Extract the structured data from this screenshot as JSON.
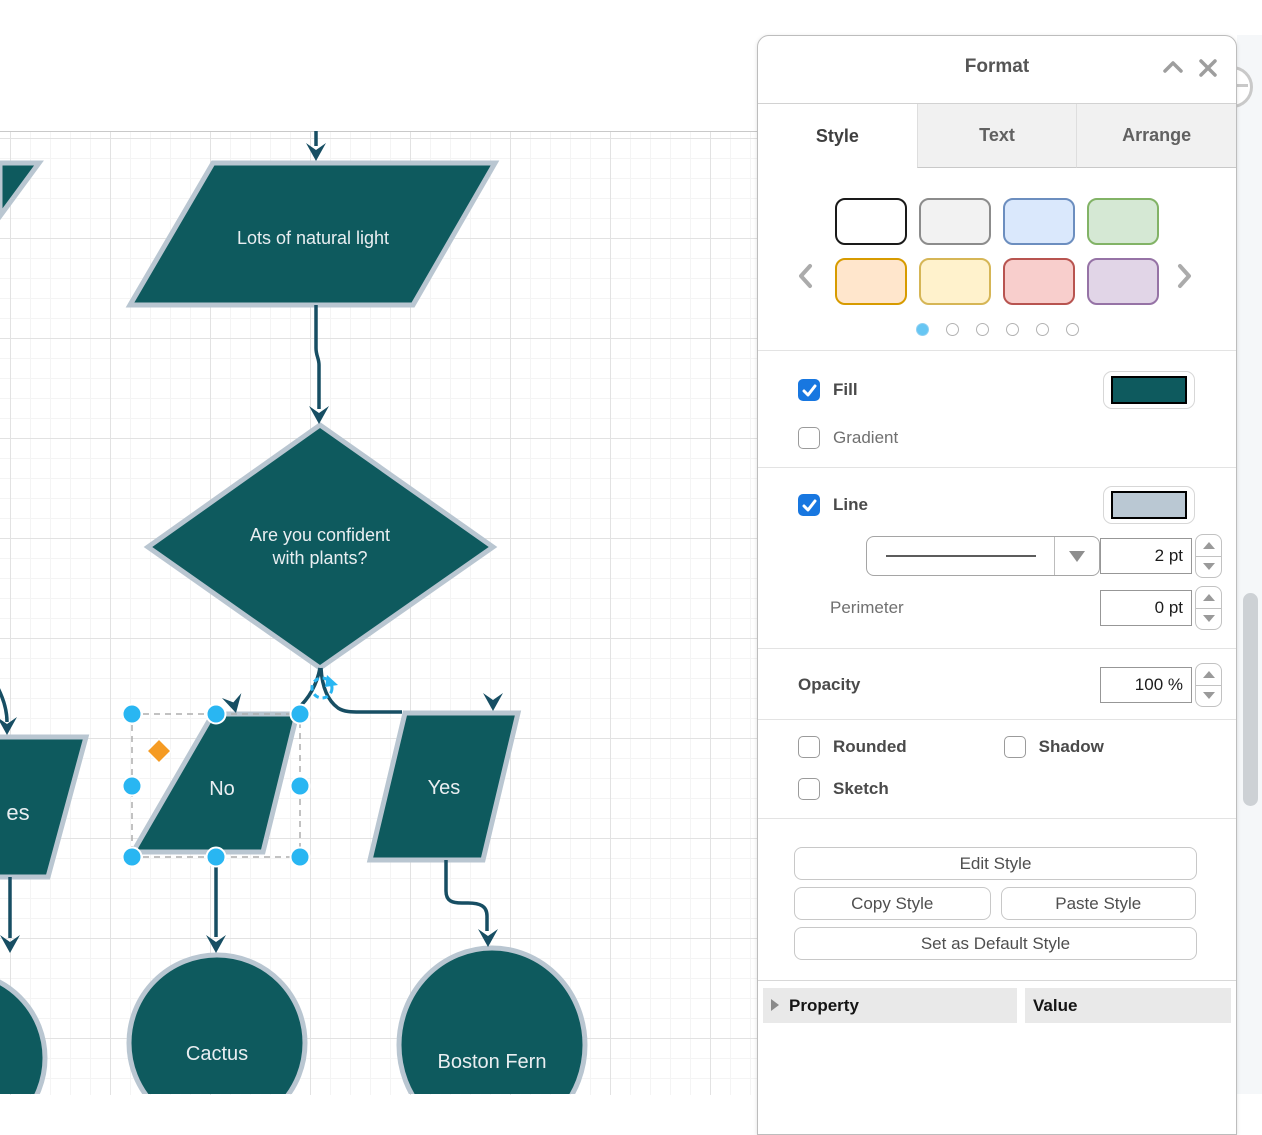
{
  "app": {
    "canvas": {
      "shapes": {
        "lots_label": "Lots of natural light",
        "diamond_line1": "Are you confident",
        "diamond_line2": "with plants?",
        "no_label": "No",
        "yes_label": "Yes",
        "left_partial_label": "es",
        "cactus_label": "Cactus",
        "boston_fern_label": "Boston Fern"
      },
      "colors": {
        "shape_fill": "#0e5a5e",
        "shape_stroke": "#b9c6d1",
        "edge": "#174e63",
        "selection_handle": "#29b6f2",
        "skew_handle": "#f59b23"
      }
    },
    "format_panel": {
      "title": "Format",
      "tabs": [
        {
          "label": "Style",
          "active": true
        },
        {
          "label": "Text",
          "active": false
        },
        {
          "label": "Arrange",
          "active": false
        }
      ],
      "style_presets": [
        {
          "fill": "#ffffff",
          "stroke": "#1a1a1a"
        },
        {
          "fill": "#f2f2f2",
          "stroke": "#8c8c8c"
        },
        {
          "fill": "#dae8fc",
          "stroke": "#6c8ebf"
        },
        {
          "fill": "#d5e8d4",
          "stroke": "#82b366"
        },
        {
          "fill": "#ffe6cc",
          "stroke": "#d79b00"
        },
        {
          "fill": "#fff2cc",
          "stroke": "#d6b656"
        },
        {
          "fill": "#f8cecc",
          "stroke": "#b85450"
        },
        {
          "fill": "#e1d5e7",
          "stroke": "#9673a6"
        }
      ],
      "pager": {
        "count": 6,
        "active_index": 0,
        "active_color": "#67c6f3"
      },
      "fill": {
        "label": "Fill",
        "checked": true,
        "color": "#0e5a5e"
      },
      "gradient": {
        "label": "Gradient",
        "checked": false
      },
      "line": {
        "label": "Line",
        "checked": true,
        "color": "#bac8d3",
        "width": "2 pt"
      },
      "perimeter": {
        "label": "Perimeter",
        "value": "0 pt"
      },
      "opacity": {
        "label": "Opacity",
        "value": "100 %"
      },
      "toggles": {
        "rounded": {
          "label": "Rounded",
          "checked": false
        },
        "shadow": {
          "label": "Shadow",
          "checked": false
        },
        "sketch": {
          "label": "Sketch",
          "checked": false
        }
      },
      "buttons": {
        "edit": "Edit Style",
        "copy": "Copy Style",
        "paste": "Paste Style",
        "set_default": "Set as Default Style"
      },
      "table": {
        "property": "Property",
        "value": "Value"
      },
      "colors": {
        "checkbox_accent": "#1877e0"
      },
      "icons": {
        "collapse": "chevron-up",
        "close": "x-cross",
        "prev": "chevron-left",
        "next": "chevron-right",
        "dropdown": "triangle-down",
        "spinner": "triangle-up-down",
        "expander": "triangle-right"
      }
    }
  }
}
